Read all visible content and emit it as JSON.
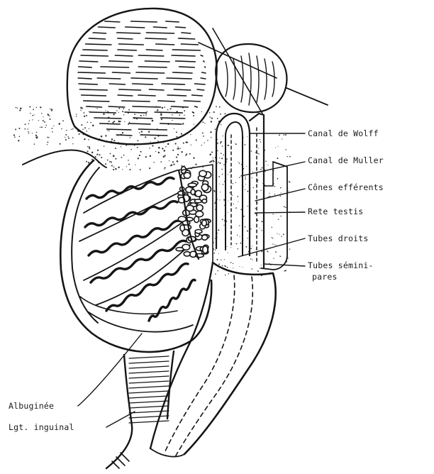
{
  "figure": {
    "background": "#ffffff",
    "ink": "#151515",
    "labels": {
      "canal_wolff": "Canal de Wolff",
      "canal_muller": "Canal de Muller",
      "cones_efferents": "Cônes efférents",
      "rete_testis": "Rete testis",
      "tubes_droits": "Tubes droits",
      "tubes_seminipares_line1": "Tubes sémini-",
      "tubes_seminipares_line2": "pares",
      "albuginee": "Albuginée",
      "lgt_inguinal": "Lgt. inguinal"
    }
  }
}
